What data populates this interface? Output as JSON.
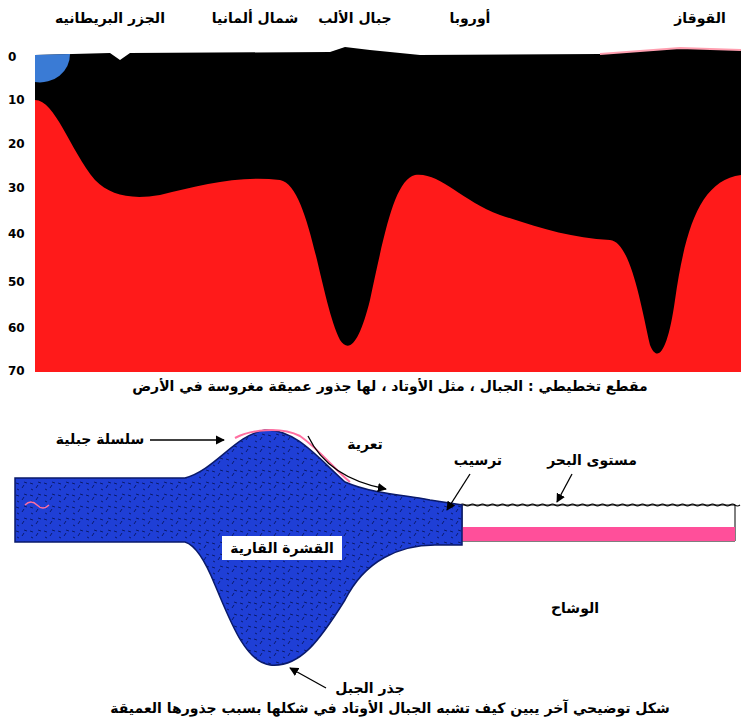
{
  "diagram": {
    "caption": "شكل توضيحي آخر يبين كيف تشبه الجبال الأوتاد في شكلها بسبب جذورها العميقة",
    "nodes": [
      {
        "text": [
          "القشرة القارية"
        ]
      }
    ],
    "labels": [
      "الجزر البريطانيه",
      "شمال ألمانيا",
      "جبال الألب",
      "أوروبا",
      "القوقاز",
      "0",
      "10",
      "20",
      "30",
      "40",
      "50",
      "60",
      "70",
      "مقطع تخطيطي : الجبال ، مثل الأوتاد ، لها جذور عميقة مغروسة في الأرض",
      "سلسلة جبلية",
      "تعرية",
      "ترسيب",
      "مستوى البحر",
      "الوشاح",
      "جذر الجبل"
    ]
  }
}
